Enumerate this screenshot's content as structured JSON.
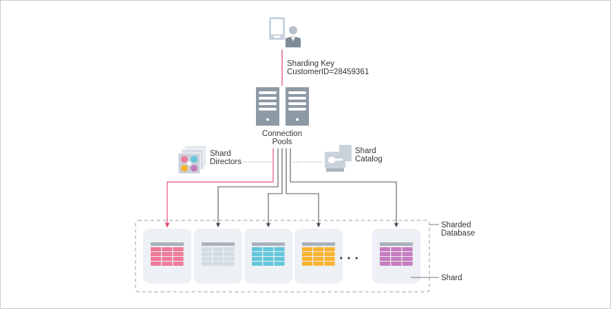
{
  "client": {
    "key_label": "Sharding Key",
    "key_value": "CustomerID=28459361"
  },
  "connection_pools": {
    "line1": "Connection",
    "line2": "Pools"
  },
  "shard_directors": {
    "line1": "Shard",
    "line2": "Directors"
  },
  "shard_catalog": {
    "line1": "Shard",
    "line2": "Catalog"
  },
  "sharded_database": {
    "line1": "Sharded",
    "line2": "Database"
  },
  "shard_label": "Shard",
  "ellipsis": "• • •",
  "colors": {
    "routing_line": "#e0507a",
    "line": "#555555",
    "icon_gray": "#97a3ae",
    "shards": [
      "#f07a98",
      "#d3dbe4",
      "#63c6dc",
      "#f8b330",
      "#c67cbf"
    ]
  }
}
